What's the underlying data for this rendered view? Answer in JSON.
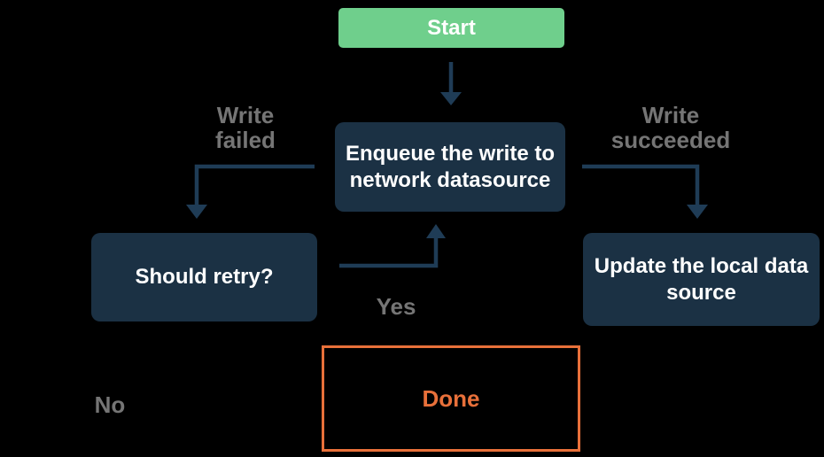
{
  "colors": {
    "background": "#000000",
    "green": "#6fcf8c",
    "navy": "#1b3144",
    "arrow": "#1f3c56",
    "gray": "#757575",
    "orange": "#e8703a",
    "white": "#ffffff"
  },
  "nodes": {
    "start": {
      "label": "Start"
    },
    "enqueue": {
      "label": "Enqueue the write to\nnetwork datasource"
    },
    "should_retry": {
      "label": "Should retry?"
    },
    "update_local": {
      "label": "Update the local data\nsource"
    },
    "done": {
      "label": "Done"
    }
  },
  "edge_labels": {
    "write_failed": "Write\nfailed",
    "write_succeeded": "Write\nsucceeded",
    "yes": "Yes",
    "no": "No"
  }
}
